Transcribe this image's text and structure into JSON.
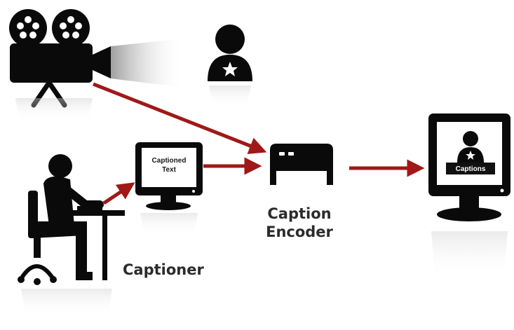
{
  "labels": {
    "captioner": "Captioner",
    "encoder_line1": "Caption",
    "encoder_line2": "Encoder",
    "monitor_line1": "Captioned",
    "monitor_line2": "Text",
    "tv_caption": "Captions"
  },
  "nodes": [
    {
      "id": "camera",
      "icon": "film-camera-icon"
    },
    {
      "id": "talent",
      "icon": "person-star-icon"
    },
    {
      "id": "captioner",
      "icon": "person-at-desk-icon"
    },
    {
      "id": "captioner-monitor",
      "icon": "monitor-icon"
    },
    {
      "id": "caption-encoder",
      "icon": "encoder-box-icon"
    },
    {
      "id": "tv",
      "icon": "monitor-icon"
    }
  ],
  "edges": [
    {
      "from": "camera",
      "to": "caption-encoder"
    },
    {
      "from": "captioner",
      "to": "captioner-monitor"
    },
    {
      "from": "captioner-monitor",
      "to": "caption-encoder"
    },
    {
      "from": "caption-encoder",
      "to": "tv"
    }
  ],
  "colors": {
    "arrow": "#a01818",
    "icon": "#0a0a0a",
    "screen_text": "#1a1a1a",
    "caption_bar": "#111111",
    "caption_text": "#ffffff"
  }
}
